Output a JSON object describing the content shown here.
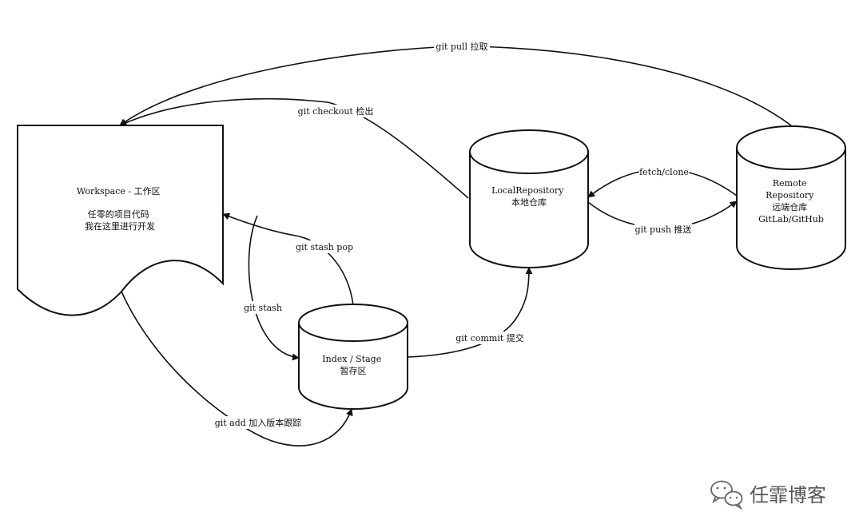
{
  "nodes": {
    "workspace": {
      "lines": [
        "Workspace - 工作区",
        "",
        "任零的项目代码",
        "我在这里进行开发"
      ]
    },
    "index": {
      "lines": [
        "Index / Stage",
        "暂存区"
      ]
    },
    "local": {
      "lines": [
        "LocalRepository",
        "本地仓库"
      ]
    },
    "remote": {
      "lines": [
        "Remote",
        "Repository",
        "远端仓库",
        "GitLab/GitHub"
      ]
    }
  },
  "edges": {
    "git_pull": "git pull 拉取",
    "git_checkout": "git checkout 检出",
    "fetch_clone": "fetch/clone",
    "git_push": "git push 推送",
    "git_stash_pop": "git stash pop",
    "git_stash": "git stash",
    "git_commit": "git commit 提交",
    "git_add": "git add 加入版本跟踪"
  },
  "watermark": {
    "text": "任霏博客",
    "icon": "wechat-icon"
  }
}
